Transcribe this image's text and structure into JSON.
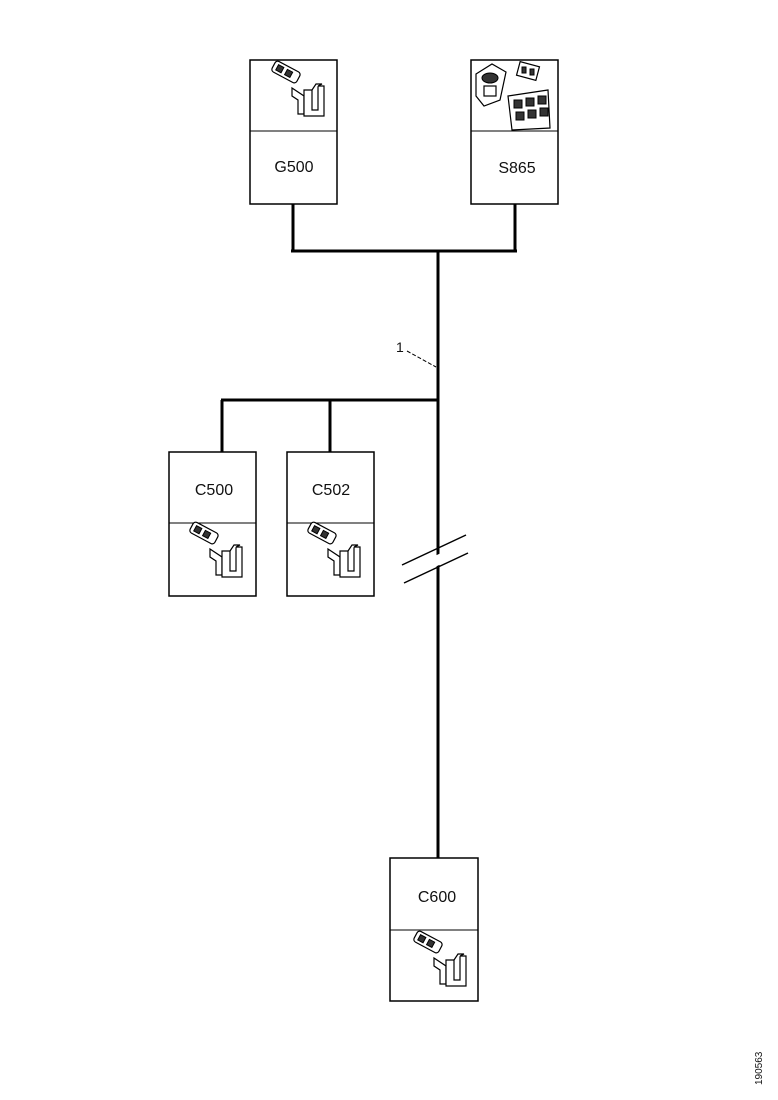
{
  "connectors": {
    "g500": {
      "label": "G500",
      "icon": "terminal-icon"
    },
    "s865": {
      "label": "S865",
      "icon": "connector-housing-icon"
    },
    "c500": {
      "label": "C500",
      "icon": "terminal-icon"
    },
    "c502": {
      "label": "C502",
      "icon": "terminal-icon"
    },
    "c600": {
      "label": "C600",
      "icon": "terminal-icon"
    }
  },
  "wire_callout": "1",
  "drawing_id": "190563"
}
